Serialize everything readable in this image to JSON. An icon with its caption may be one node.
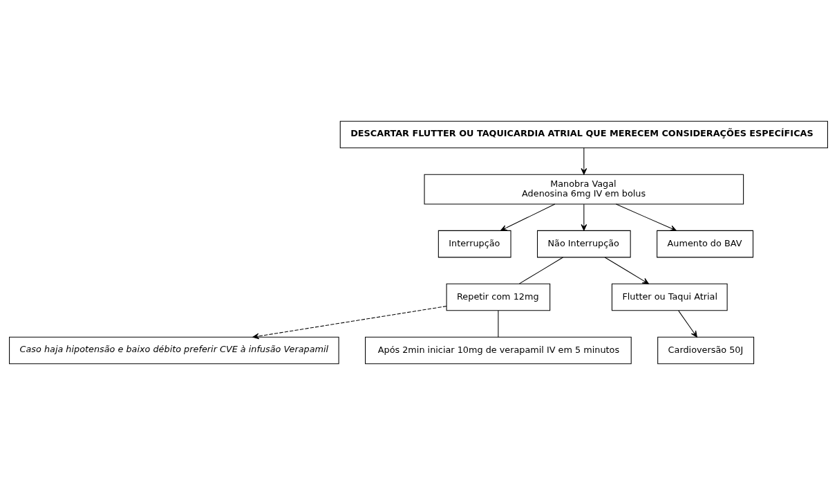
{
  "diagram": {
    "nodes": [
      {
        "text": [
          "DESCARTAR FLUTTER OU TAQUICARDIA ATRIAL QUE MERECEM CONSIDERAÇÕES ESPECÍFICAS"
        ]
      },
      {
        "text": [
          "Manobra Vagal",
          "Adenosina 6mg IV em bolus"
        ]
      },
      {
        "text": [
          "Interrupção"
        ]
      },
      {
        "text": [
          "Não Interrupção"
        ]
      },
      {
        "text": [
          "Aumento do BAV"
        ]
      },
      {
        "text": [
          "Repetir com 12mg"
        ]
      },
      {
        "text": [
          "Flutter ou Taqui Atrial"
        ]
      },
      {
        "text": [
          "Caso haja hipotensão e baixo débito preferir CVE à infusão Verapamil"
        ]
      },
      {
        "text": [
          "Cardioversão 50J"
        ]
      },
      {
        "text": [
          "Após 2min iniciar 10mg de verapamil IV em 5 minutos"
        ]
      }
    ],
    "edges": [
      {
        "from": 0,
        "to": 1,
        "arrow": "to"
      },
      {
        "from": 1,
        "to": 2,
        "arrow": "to"
      },
      {
        "from": 1,
        "to": 3,
        "arrow": "to"
      },
      {
        "from": 1,
        "to": 4,
        "arrow": "to"
      },
      {
        "from": 3,
        "to": 5,
        "arrow": "none"
      },
      {
        "from": 3,
        "to": 6,
        "arrow": "to"
      },
      {
        "from": 5,
        "to": 7,
        "arrow": "to",
        "style": "dashed"
      },
      {
        "from": 6,
        "to": 8,
        "arrow": "to"
      },
      {
        "from": 5,
        "to": 9,
        "arrow": "none"
      }
    ]
  }
}
